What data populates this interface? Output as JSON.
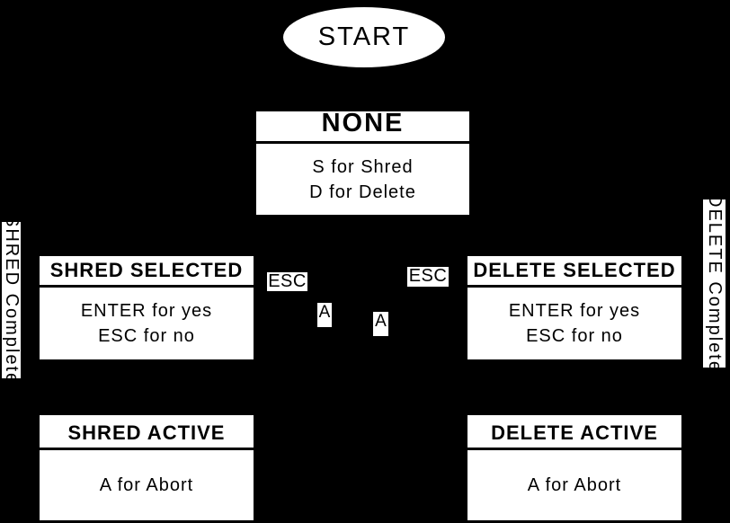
{
  "colors": {
    "background": "#000000",
    "node_fill": "#ffffff",
    "node_text": "#000000"
  },
  "diagram": {
    "start_label": "START",
    "states": [
      {
        "title": "NONE",
        "body_lines": [
          "S for Shred",
          "D for Delete"
        ]
      },
      {
        "title": "SHRED SELECTED",
        "body_lines": [
          "ENTER for yes",
          "ESC for no"
        ]
      },
      {
        "title": "DELETE SELECTED",
        "body_lines": [
          "ENTER for yes",
          "ESC for no"
        ]
      },
      {
        "title": "SHRED ACTIVE",
        "body_lines": [
          "A for Abort"
        ]
      },
      {
        "title": "DELETE ACTIVE",
        "body_lines": [
          "A for Abort"
        ]
      }
    ],
    "edge_labels": {
      "esc_left": "ESC",
      "esc_right": "ESC",
      "abort_key_left": "A",
      "abort_key_right": "A",
      "shred_complete": "SHRED Complete",
      "delete_complete": "DELETE Complete"
    }
  }
}
